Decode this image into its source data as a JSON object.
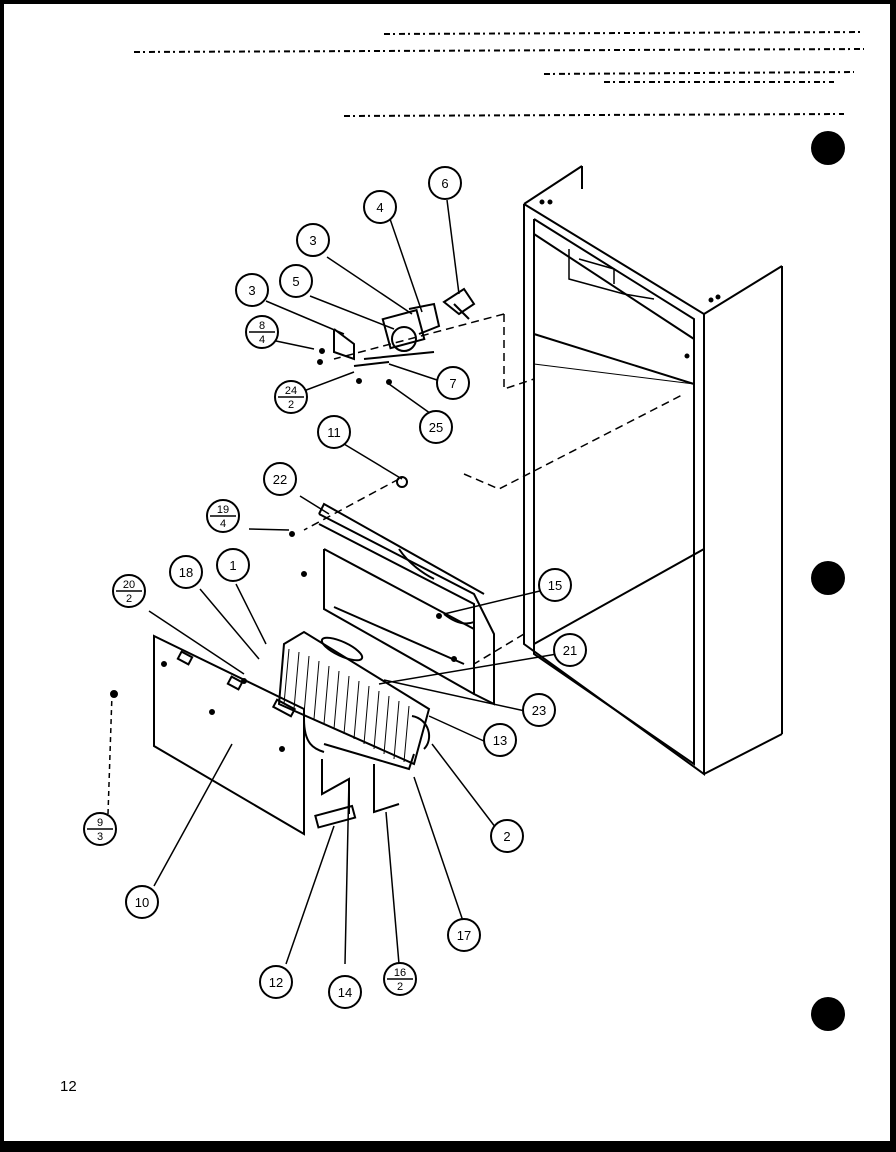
{
  "page_number": "12",
  "callouts": [
    {
      "id": "c1",
      "label": "1"
    },
    {
      "id": "c2",
      "label": "2"
    },
    {
      "id": "c3a",
      "label": "3"
    },
    {
      "id": "c3b",
      "label": "3"
    },
    {
      "id": "c4",
      "label": "4"
    },
    {
      "id": "c5",
      "label": "5"
    },
    {
      "id": "c6",
      "label": "6"
    },
    {
      "id": "c7",
      "label": "7"
    },
    {
      "id": "c10",
      "label": "10"
    },
    {
      "id": "c11",
      "label": "11"
    },
    {
      "id": "c12",
      "label": "12"
    },
    {
      "id": "c13",
      "label": "13"
    },
    {
      "id": "c14",
      "label": "14"
    },
    {
      "id": "c15",
      "label": "15"
    },
    {
      "id": "c17",
      "label": "17"
    },
    {
      "id": "c18",
      "label": "18"
    },
    {
      "id": "c21",
      "label": "21"
    },
    {
      "id": "c22",
      "label": "22"
    },
    {
      "id": "c23",
      "label": "23"
    },
    {
      "id": "c25",
      "label": "25"
    }
  ],
  "fraction_callouts": [
    {
      "id": "f8_4",
      "top": "8",
      "bottom": "4"
    },
    {
      "id": "f24_2",
      "top": "24",
      "bottom": "2"
    },
    {
      "id": "f19_4",
      "top": "19",
      "bottom": "4"
    },
    {
      "id": "f20_2",
      "top": "20",
      "bottom": "2"
    },
    {
      "id": "f9_3",
      "top": "9",
      "bottom": "3"
    },
    {
      "id": "f16_2",
      "top": "16",
      "bottom": "2"
    }
  ]
}
